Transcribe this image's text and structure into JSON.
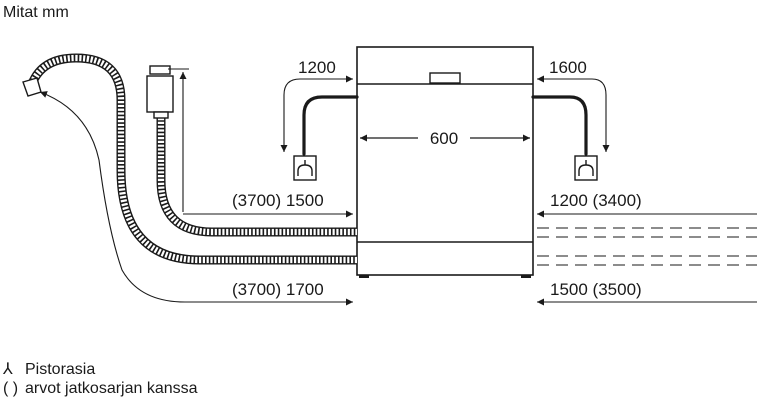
{
  "unit_label": "Mitat mm",
  "dimensions": {
    "top_left": "1200",
    "top_right": "1600",
    "width": "600",
    "drain_left": "(3700) 1500",
    "power_left": "(3700) 1700",
    "water_right": "1200 (3400)",
    "power_right": "1500 (3500)"
  },
  "legend": {
    "socket_symbol": "⅄",
    "socket_label": "Pistorasia",
    "paren_symbol": "( )",
    "paren_label": "arvot jatkosarjan kanssa"
  },
  "icons": {
    "socket": "socket-icon",
    "hose": "hose-icon",
    "aquastop": "aquastop-valve-icon"
  }
}
